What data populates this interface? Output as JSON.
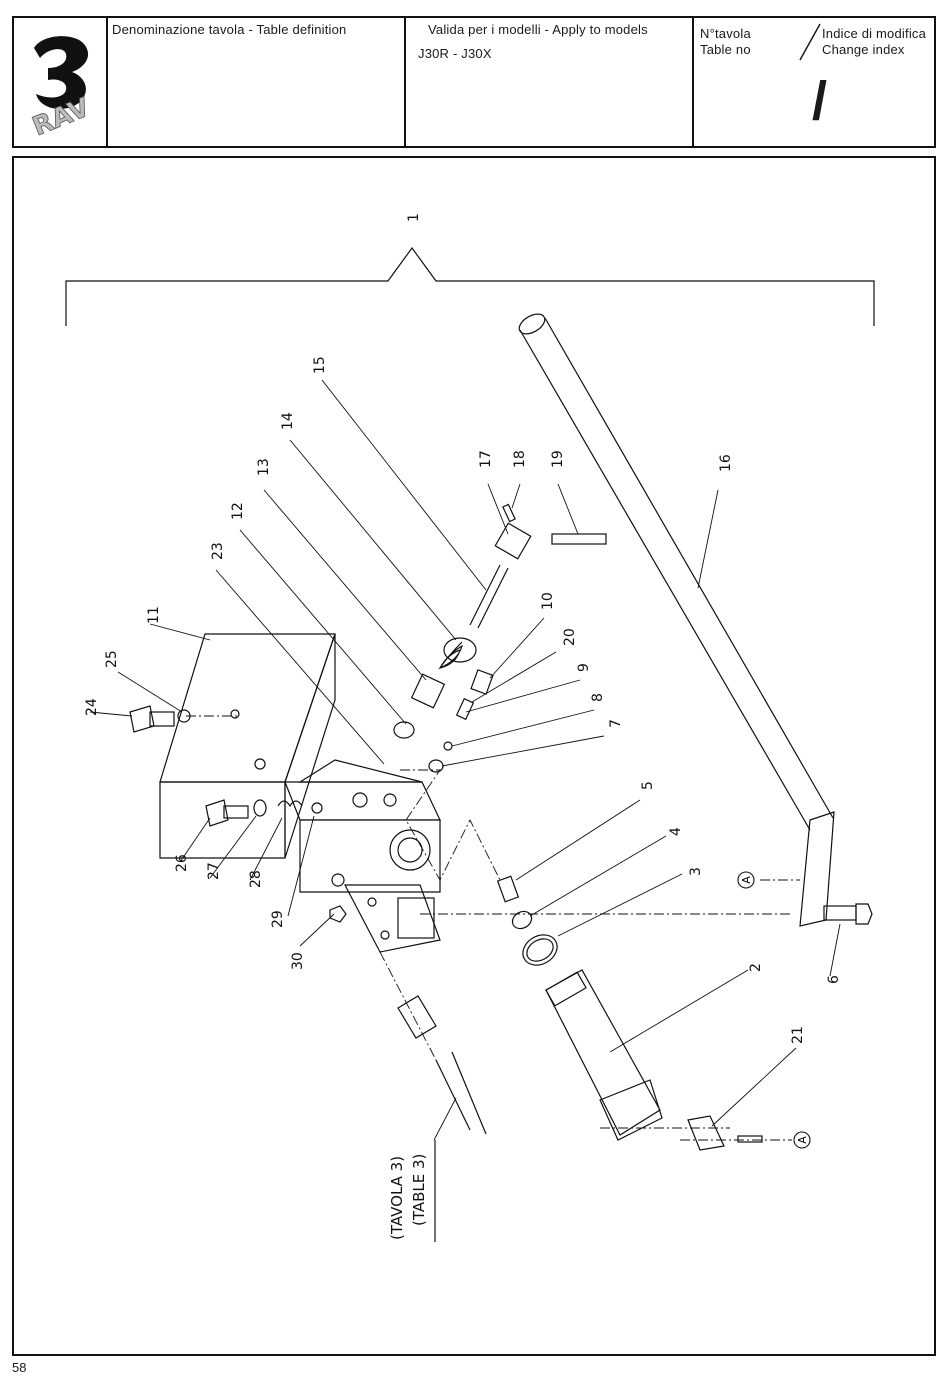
{
  "header": {
    "logo_text": "RAV",
    "table_definition_label": "Denominazione tavola - Table definition",
    "models_label": "Valida per i modelli - Apply to models",
    "models_value": "J30R - J30X",
    "table_no_it": "N°tavola",
    "table_no_en": "Table no",
    "change_index_it": "Indice di modifica",
    "change_index_en": "Change index",
    "change_index_value": "/"
  },
  "diagram": {
    "callouts": [
      "1",
      "2",
      "3",
      "4",
      "5",
      "6",
      "7",
      "8",
      "9",
      "10",
      "11",
      "12",
      "13",
      "14",
      "15",
      "16",
      "17",
      "18",
      "19",
      "20",
      "21",
      "23",
      "24",
      "25",
      "26",
      "27",
      "28",
      "29",
      "30"
    ],
    "reference_marker": "A",
    "table_ref_it": "(TAVOLA 3)",
    "table_ref_en": "(TABLE 3)"
  },
  "page_number": "58"
}
